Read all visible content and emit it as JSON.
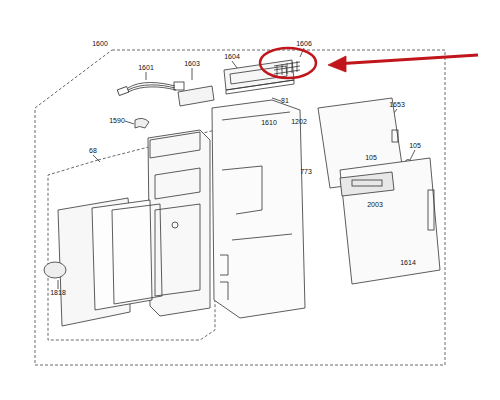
{
  "diagram": {
    "labels": [
      "1600",
      "1601",
      "1603",
      "1604",
      "1606",
      "81",
      "1590",
      "1610",
      "1202",
      "1653",
      "105",
      "105",
      "773",
      "68",
      "2003",
      "1614",
      "1818"
    ]
  }
}
